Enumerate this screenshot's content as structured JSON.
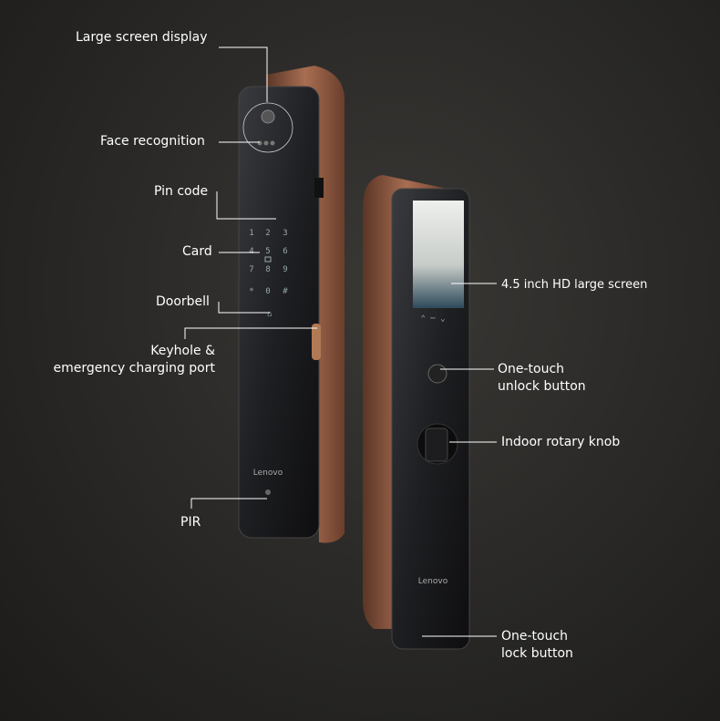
{
  "left_callouts": {
    "large_screen": "Large screen display",
    "face": "Face recognition",
    "pin": "Pin code",
    "card": "Card",
    "doorbell": "Doorbell",
    "keyhole_1": "Keyhole &",
    "keyhole_2": "emergency charging port",
    "pir": "PIR"
  },
  "right_callouts": {
    "screen": "4.5 inch HD large screen",
    "unlock_1": "One-touch",
    "unlock_2": "unlock button",
    "knob": "Indoor rotary knob",
    "lock_1": "One-touch",
    "lock_2": "lock button"
  },
  "keypad": [
    "1",
    "2",
    "3",
    "4",
    "5",
    "6",
    "7",
    "8",
    "9",
    "*",
    "0",
    "#"
  ],
  "brand": "Lenovo",
  "colors": {
    "copper": "#a0664a",
    "panel": "#1b1c1f",
    "line": "#ffffff"
  }
}
